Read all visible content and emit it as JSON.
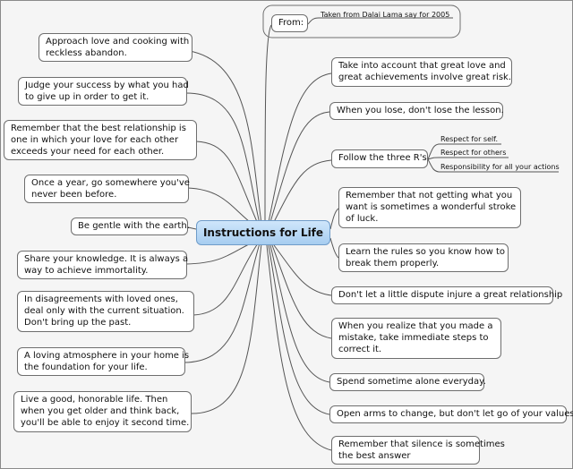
{
  "center": {
    "label": "Instructions for Life"
  },
  "source": {
    "label": "From:",
    "text": "Taken from Dalai Lama say for 2005"
  },
  "left_nodes": [
    {
      "lines": [
        "Approach love and cooking with",
        "reckless abandon."
      ]
    },
    {
      "lines": [
        "Judge your success by what you had",
        "to give up in order to get it."
      ]
    },
    {
      "lines": [
        "Remember that the best relationship is",
        "one in which your love for each other",
        "exceeds your need for each other."
      ]
    },
    {
      "lines": [
        "Once a year, go somewhere you've",
        "never been before."
      ]
    },
    {
      "lines": [
        "Be gentle with the earth."
      ]
    },
    {
      "lines": [
        "Share your knowledge. It is always a",
        "way to achieve immortality."
      ]
    },
    {
      "lines": [
        "In disagreements with loved ones,",
        "deal only with the current situation.",
        "Don't bring up the past."
      ]
    },
    {
      "lines": [
        "A loving atmosphere in your home is",
        "the foundation for your life."
      ]
    },
    {
      "lines": [
        "Live a good, honorable life. Then",
        "when you get older and think back,",
        "you'll be able to enjoy it second time."
      ]
    }
  ],
  "right_nodes": [
    {
      "lines": [
        "Take into account that great love and",
        "great achievements involve great risk."
      ]
    },
    {
      "lines": [
        "When you lose, don't lose the lesson."
      ]
    },
    {
      "lines": [
        "Follow the three R's"
      ]
    },
    {
      "lines": [
        "Remember that not getting what you",
        "want is sometimes a wonderful stroke",
        "of luck."
      ]
    },
    {
      "lines": [
        "Learn the rules so you know how to",
        "break them properly."
      ]
    },
    {
      "lines": [
        "Don't let a little dispute injure a great relationship"
      ]
    },
    {
      "lines": [
        "When you realize that you made a",
        "mistake, take immediate steps to",
        "correct it."
      ]
    },
    {
      "lines": [
        "Spend sometime alone everyday."
      ]
    },
    {
      "lines": [
        "Open arms to change, but don't let go of your values"
      ]
    },
    {
      "lines": [
        "Remember that silence is sometimes",
        "the best answer"
      ]
    }
  ],
  "three_rs": [
    "Respect for self.",
    "Respect for others",
    "Responsibility for all your actions"
  ]
}
